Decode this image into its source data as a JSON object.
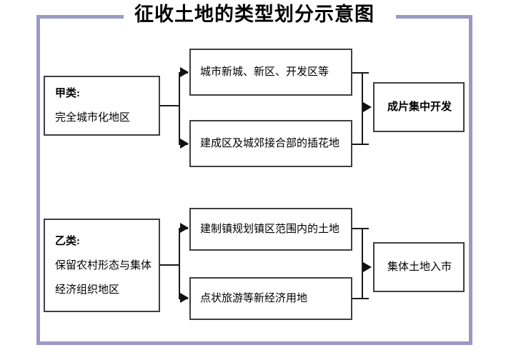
{
  "diagram": {
    "title": "征收土地的类型划分示意图",
    "frame_color": "#9a9ac4",
    "box_border_color": "#3f3f3f",
    "connector_color": "#1a1a1a",
    "groups": [
      {
        "id": "group-a",
        "category": {
          "head": "甲类:",
          "body": "完全城市化地区"
        },
        "items": [
          "城市新城、新区、开发区等",
          "建成区及城郊接合部的插花地"
        ],
        "outcome": "成片集中开发"
      },
      {
        "id": "group-b",
        "category": {
          "head": "乙类:",
          "body_line1": "保留农村形态与集体",
          "body_line2": "经济组织地区"
        },
        "items": [
          "建制镇规划镇区范围内的土地",
          "点状旅游等新经济用地"
        ],
        "outcome": "集体土地入市"
      }
    ]
  }
}
